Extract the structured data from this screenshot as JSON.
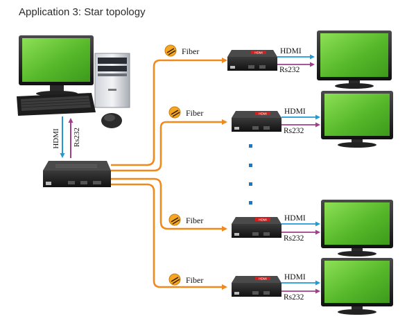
{
  "title": "Application 3: Star topology",
  "source_labels": {
    "hdmi": "HDMI",
    "rs232": "Rs232"
  },
  "receivers": [
    {
      "fiber": "Fiber",
      "hdmi": "HDMI",
      "rs232": "Rs232"
    },
    {
      "fiber": "Fiber",
      "hdmi": "HDMI",
      "rs232": "Rs232"
    },
    {
      "fiber": "Fiber",
      "hdmi": "HDMI",
      "rs232": "Rs232"
    },
    {
      "fiber": "Fiber",
      "hdmi": "HDMI",
      "rs232": "Rs232"
    }
  ],
  "device_badge": "HDMI",
  "colors": {
    "fiber": "#f08a1f",
    "hdmi": "#1f9ad6",
    "rs232": "#a33c8a",
    "screen": "#5fc22c",
    "device": "#1e1e1e"
  }
}
